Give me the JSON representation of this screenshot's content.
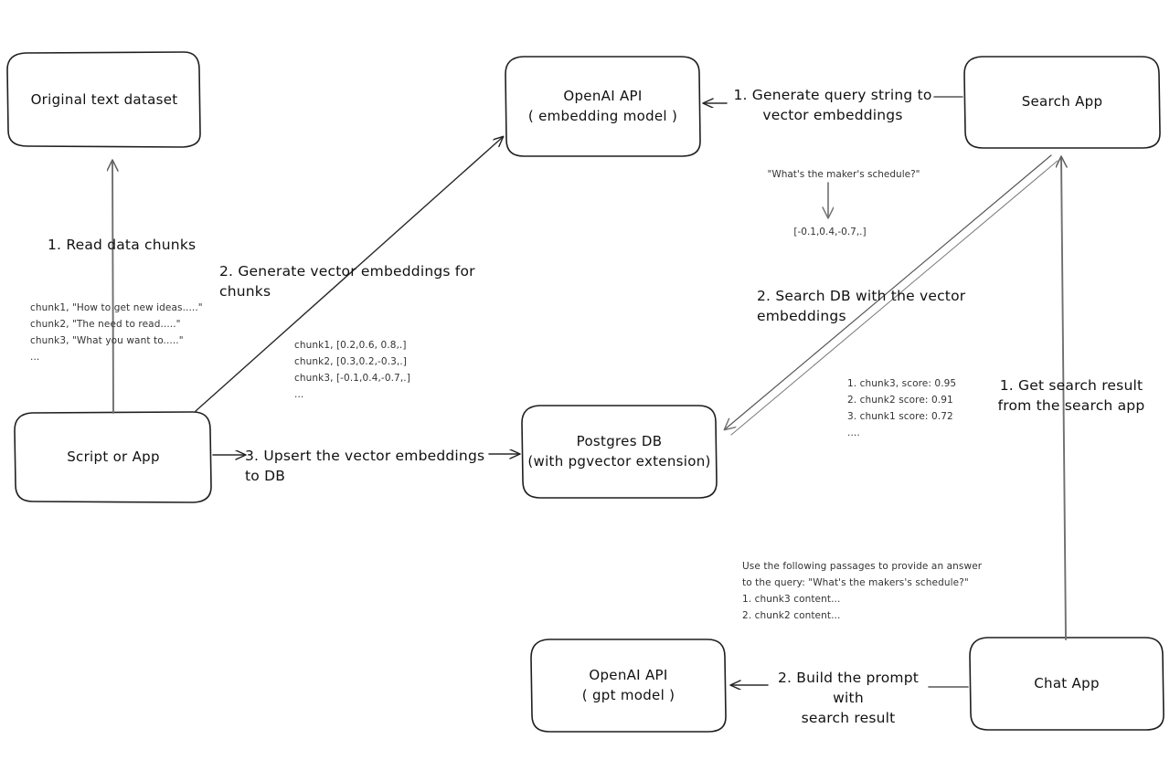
{
  "diagram": {
    "title": "Vector search / RAG architecture (hand-drawn whiteboard style)",
    "nodes": [
      {
        "id": "original-text-dataset",
        "label": "Original text dataset",
        "sublabel": ""
      },
      {
        "id": "script-or-app",
        "label": "Script or App",
        "sublabel": ""
      },
      {
        "id": "openai-embedding",
        "label": "OpenAI API",
        "sublabel": "( embedding model )"
      },
      {
        "id": "postgres-db",
        "label": "Postgres DB",
        "sublabel": "(with pgvector extension)"
      },
      {
        "id": "search-app",
        "label": "Search App",
        "sublabel": ""
      },
      {
        "id": "chat-app",
        "label": "Chat App",
        "sublabel": ""
      },
      {
        "id": "openai-gpt",
        "label": "OpenAI API",
        "sublabel": "( gpt model )"
      }
    ],
    "edge_labels": {
      "read_data_chunks": "1. Read data chunks",
      "generate_vector_embeddings": "2. Generate vector embeddings for chunks",
      "upsert_to_db": "3. Upsert the vector embeddings  to DB",
      "generate_query_embeddings_line1": "1. Generate query string to vector",
      "generate_query_embeddings_line2": "embeddings",
      "search_db": "2. Search DB with the vector embeddings",
      "get_search_result_line1": "1. Get search result",
      "get_search_result_line2": "from the search app",
      "build_prompt_line1": "2. Build the prompt with",
      "build_prompt_line2": "search result"
    },
    "notes": {
      "chunks_text": [
        "chunk1, \"How to get new ideas.....\"",
        "chunk2, \"The need to read.....\"",
        "chunk3, \"What you want to.....\"",
        "..."
      ],
      "chunks_vectors": [
        "chunk1, [0.2,0.6, 0.8,.]",
        "chunk2, [0.3,0.2,-0.3,.]",
        "chunk3, [-0.1,0.4,-0.7,.]",
        "..."
      ],
      "query_string": "\"What's the maker's schedule?\"",
      "query_vector": "[-0.1,0.4,-0.7,.]",
      "search_results": [
        "1. chunk3, score: 0.95",
        "2. chunk2 score: 0.91",
        "3. chunk1 score: 0.72",
        "...."
      ],
      "prompt_text": [
        "Use the following passages to provide an answer",
        "to the query: \"What's the makers's schedule?\"",
        "1. chunk3 content...",
        "2. chunk2 content..."
      ]
    },
    "colors": {
      "stroke": "#1a1a1a",
      "arrow_gray": "#6b6b6b",
      "background": "#ffffff",
      "text": "#111111",
      "note_text": "#333333"
    }
  }
}
